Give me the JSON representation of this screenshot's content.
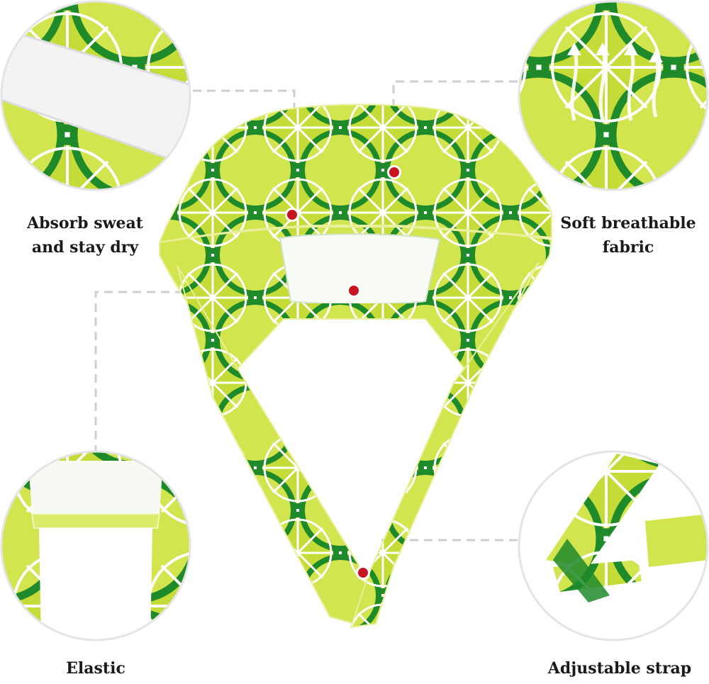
{
  "features": {
    "absorb": {
      "line1": "Absorb sweat",
      "line2": "and stay dry"
    },
    "soft": {
      "line1": "Soft breathable",
      "line2": "fabric"
    },
    "elastic": {
      "line1": "Elastic"
    },
    "strap": {
      "line1": "Adjustable strap"
    }
  },
  "colors": {
    "lime": "#c5dc38",
    "lime_light": "#dbeb6a",
    "rind": "#1f8a2a",
    "pith": "#ffffff",
    "button": "#c8141e",
    "leader": "#cfcfcf",
    "circle_border": "#e4e4e4"
  }
}
